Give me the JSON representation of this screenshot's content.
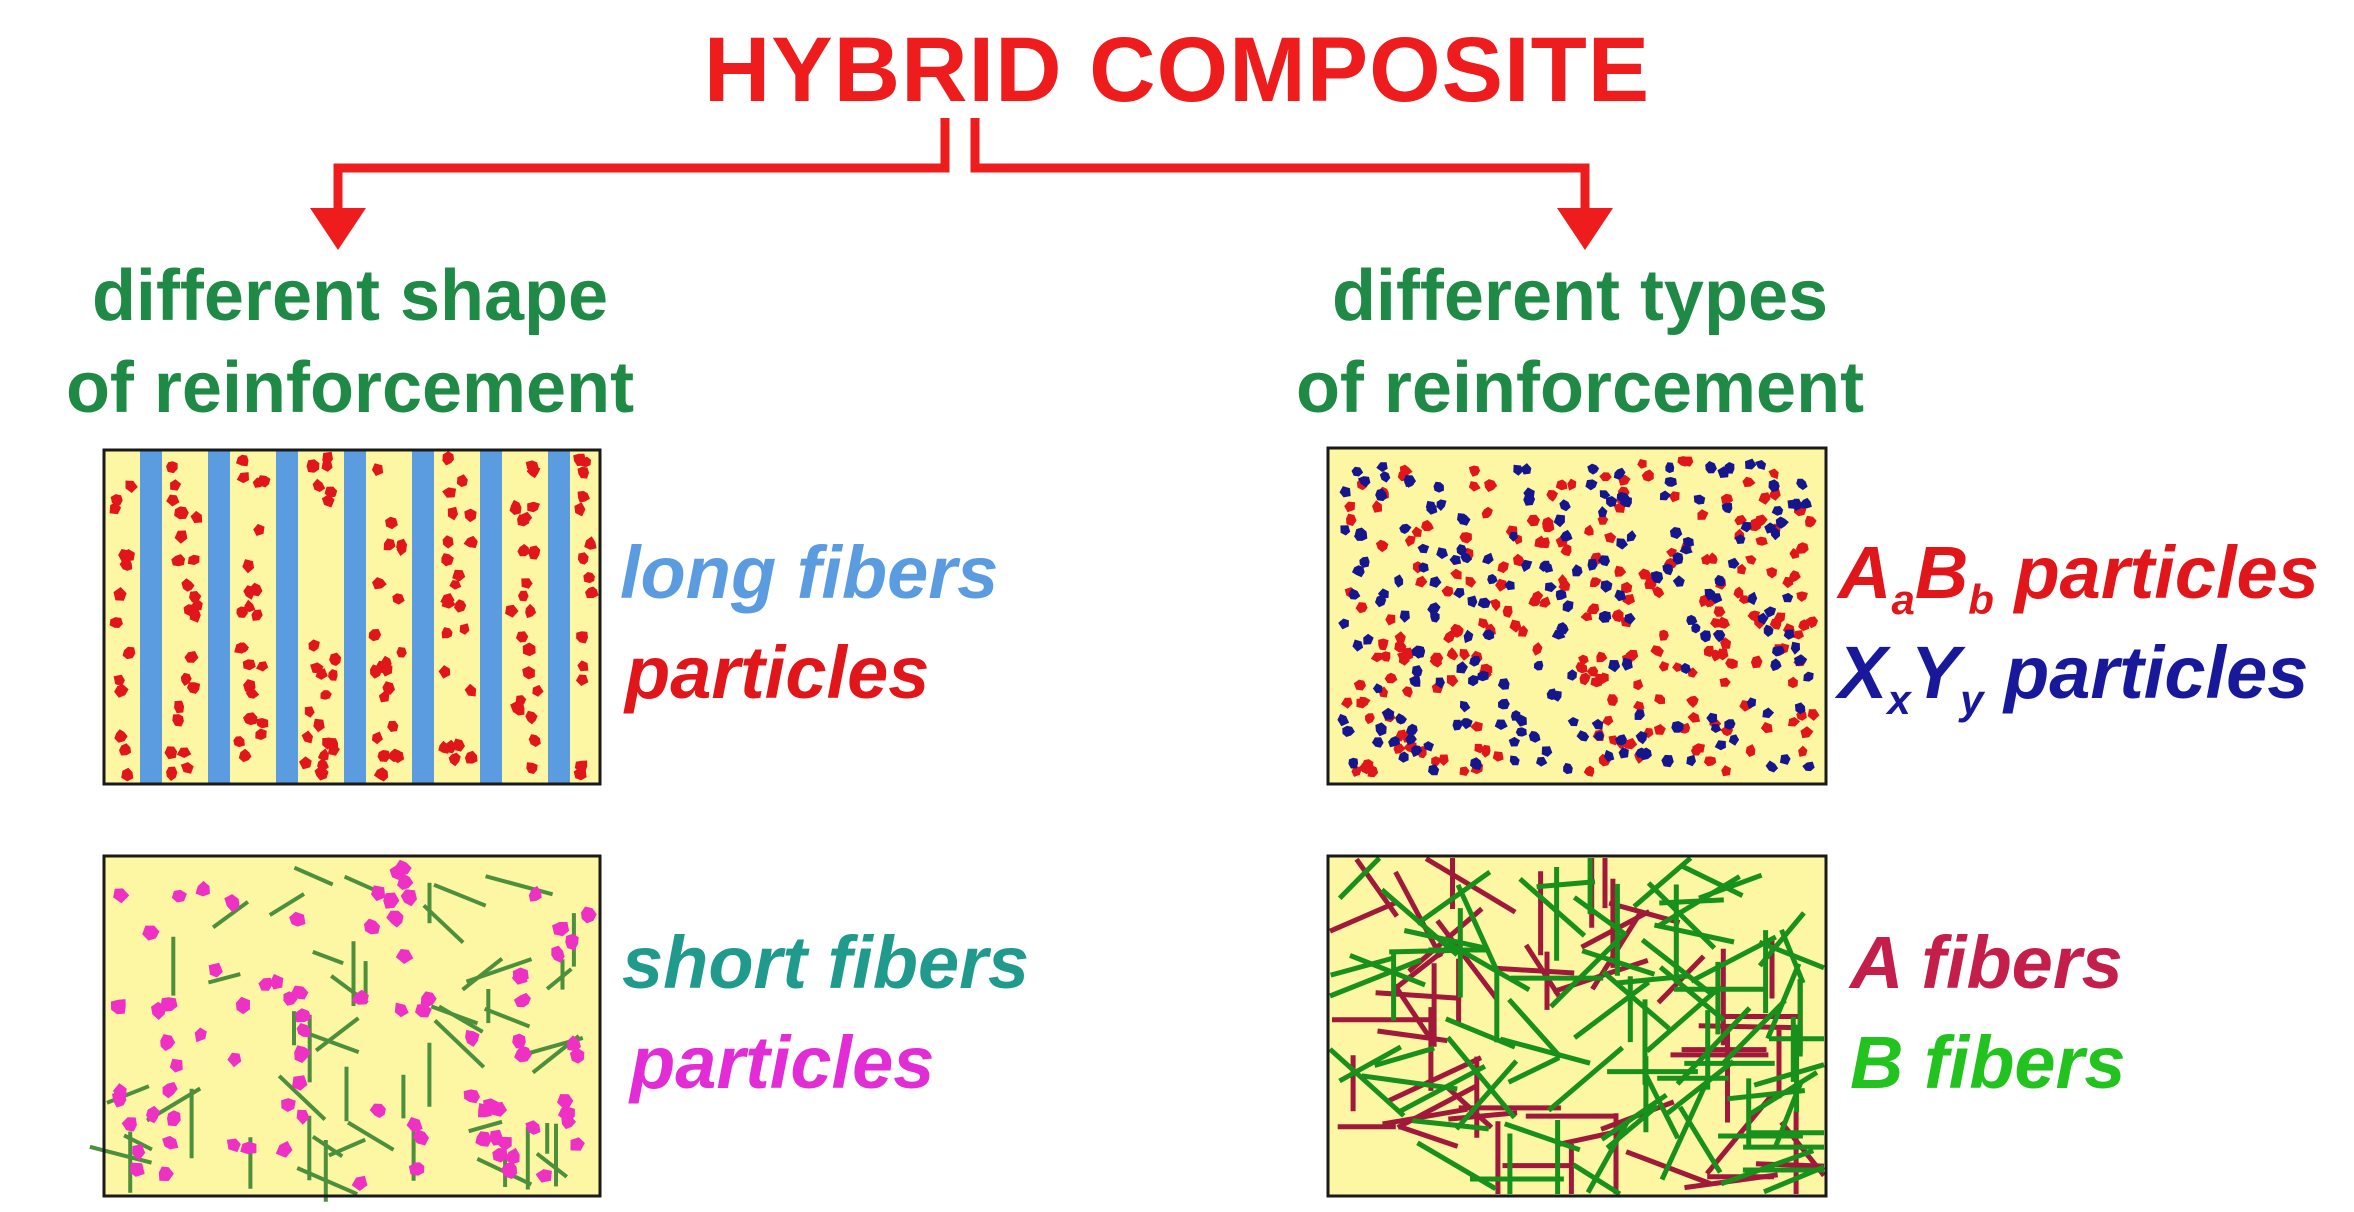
{
  "title": "HYBRID COMPOSITE",
  "left_heading": {
    "line1": "different shape",
    "line2": "of reinforcement"
  },
  "right_heading": {
    "line1": "different types",
    "line2": "of reinforcement"
  },
  "panels": {
    "long_fibers_particles": {
      "label_1": "long fibers",
      "label_2": "particles"
    },
    "short_fibers_particles": {
      "label_1": "short fibers",
      "label_2": "particles"
    },
    "two_particle_types": {
      "label_1_a": "A",
      "label_1_a_sub": "a",
      "label_1_b": "B",
      "label_1_b_sub": "b",
      "label_1_rest": " particles",
      "label_2_a": "X",
      "label_2_a_sub": "x",
      "label_2_b": "Y",
      "label_2_b_sub": "y",
      "label_2_rest": " particles"
    },
    "two_fiber_types": {
      "label_1": "A fibers",
      "label_2": "B fibers"
    }
  },
  "colors": {
    "title": "#ee1c1c",
    "heading": "#1e8a45",
    "arrow": "#ee1c1c",
    "matrix": "#fdf6a3",
    "border": "#1a1a1a",
    "long_fiber": "#5b9bdf",
    "red_particle": "#e0161b",
    "magenta_particle": "#ee30c4",
    "short_fiber": "#4c8f3c",
    "blue_particle": "#15158e",
    "a_fiber": "#a0193a",
    "b_fiber": "#17901c",
    "label_long_fibers": "#5b9bdf",
    "label_red": "#e0161b",
    "label_short_fibers": "#1f9a8c",
    "label_magenta": "#e22cd6",
    "label_blue": "#18189a",
    "label_a_fibers": "#c41e4b",
    "label_b_fibers": "#22c31e"
  }
}
